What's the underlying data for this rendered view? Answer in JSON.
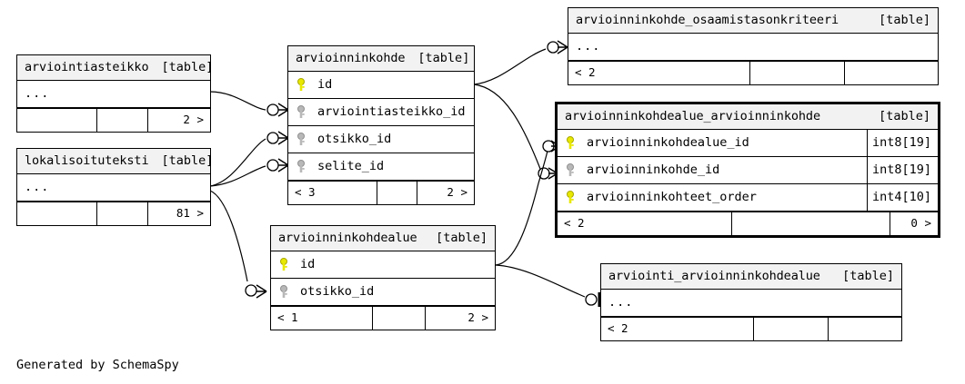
{
  "diagram": {
    "title": "SchemaSpy relationships diagram",
    "footer_note": "Generated by SchemaSpy",
    "table_tag": "[table]",
    "ellipsis": "...",
    "colors": {
      "primary_key": "#e8e800",
      "foreign_key": "#b0b0b0",
      "header_bg": "#f2f2f2",
      "border": "#000000",
      "background": "#ffffff"
    }
  },
  "tables": [
    {
      "id": "arviointiasteikko",
      "name": "arviointiasteikko",
      "tag": "[table]",
      "collapsed": true,
      "ellipsis": "...",
      "footer": {
        "left": "",
        "middle": "",
        "right": "2 >"
      }
    },
    {
      "id": "lokalisoituteksti",
      "name": "lokalisoituteksti",
      "tag": "[table]",
      "collapsed": true,
      "ellipsis": "...",
      "footer": {
        "left": "",
        "middle": "",
        "right": "81 >"
      }
    },
    {
      "id": "arvioinninkohde",
      "name": "arvioinninkohde",
      "tag": "[table]",
      "collapsed": false,
      "columns": [
        {
          "key": "primary",
          "name": "id",
          "type": ""
        },
        {
          "key": "foreign",
          "name": "arviointiasteikko_id",
          "type": ""
        },
        {
          "key": "foreign",
          "name": "otsikko_id",
          "type": ""
        },
        {
          "key": "foreign",
          "name": "selite_id",
          "type": ""
        }
      ],
      "footer": {
        "left": "< 3",
        "middle": "",
        "right": "2 >"
      }
    },
    {
      "id": "arvioinninkohde_osaamistasonkriteeri",
      "name": "arvioinninkohde_osaamistasonkriteeri",
      "tag": "[table]",
      "collapsed": true,
      "ellipsis": "...",
      "footer": {
        "left": "< 2",
        "middle": "",
        "right": ""
      }
    },
    {
      "id": "arvioinninkohdealue_arvioinninkohde",
      "name": "arvioinninkohdealue_arvioinninkohde",
      "tag": "[table]",
      "collapsed": false,
      "highlighted": true,
      "columns": [
        {
          "key": "primary",
          "name": "arvioinninkohdealue_id",
          "type": "int8[19]"
        },
        {
          "key": "foreign",
          "name": "arvioinninkohde_id",
          "type": "int8[19]"
        },
        {
          "key": "primary",
          "name": "arvioinninkohteet_order",
          "type": "int4[10]"
        }
      ],
      "footer": {
        "left": "< 2",
        "middle": "",
        "right": "0 >"
      }
    },
    {
      "id": "arvioinninkohdealue",
      "name": "arvioinninkohdealue",
      "tag": "[table]",
      "collapsed": false,
      "columns": [
        {
          "key": "primary",
          "name": "id",
          "type": ""
        },
        {
          "key": "foreign",
          "name": "otsikko_id",
          "type": ""
        }
      ],
      "footer": {
        "left": "< 1",
        "middle": "",
        "right": "2 >"
      }
    },
    {
      "id": "arviointi_arvioinninkohdealue",
      "name": "arviointi_arvioinninkohdealue",
      "tag": "[table]",
      "collapsed": true,
      "ellipsis": "...",
      "footer": {
        "left": "< 2",
        "middle": "",
        "right": ""
      }
    }
  ],
  "relationships": [
    {
      "from": "arviointiasteikko",
      "to": "arvioinninkohde.arviointiasteikko_id"
    },
    {
      "from": "lokalisoituteksti",
      "to": "arvioinninkohde.otsikko_id"
    },
    {
      "from": "lokalisoituteksti",
      "to": "arvioinninkohde.selite_id"
    },
    {
      "from": "lokalisoituteksti",
      "to": "arvioinninkohdealue.otsikko_id"
    },
    {
      "from": "arvioinninkohde.id",
      "to": "arvioinninkohde_osaamistasonkriteeri"
    },
    {
      "from": "arvioinninkohde.id",
      "to": "arvioinninkohdealue_arvioinninkohde.arvioinninkohde_id"
    },
    {
      "from": "arvioinninkohdealue.id",
      "to": "arvioinninkohdealue_arvioinninkohde.arvioinninkohdealue_id"
    },
    {
      "from": "arvioinninkohdealue.id",
      "to": "arviointi_arvioinninkohdealue"
    }
  ]
}
